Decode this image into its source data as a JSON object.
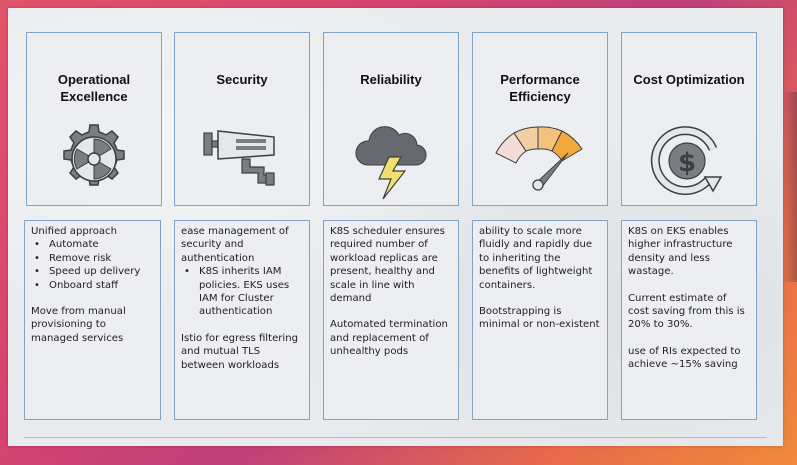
{
  "pillars": [
    {
      "title": "Operational Excellence",
      "icon": "gear-icon",
      "items": [
        {
          "type": "text",
          "text": "Unified approach"
        },
        {
          "type": "bullets",
          "items": [
            "Automate",
            "Remove risk",
            "Speed up delivery",
            "Onboard staff"
          ]
        },
        {
          "type": "text",
          "text": "Move from manual provisioning to managed services"
        }
      ]
    },
    {
      "title": "Security",
      "icon": "security-camera-icon",
      "items": [
        {
          "type": "text",
          "text": "ease management of security and authentication"
        },
        {
          "type": "bullets",
          "items": [
            "K8S inherits IAM policies. EKS uses IAM for Cluster authentication"
          ]
        },
        {
          "type": "text",
          "text": "Istio for egress filtering and mutual TLS between workloads"
        }
      ]
    },
    {
      "title": "Reliability",
      "icon": "storm-cloud-icon",
      "items": [
        {
          "type": "text",
          "text": "K8S scheduler ensures required number of workload replicas are present, healthy and scale in line with demand"
        },
        {
          "type": "text",
          "text": "Automated termination and replacement of unhealthy pods"
        }
      ]
    },
    {
      "title": "Performance Efficiency",
      "icon": "gauge-icon",
      "items": [
        {
          "type": "text",
          "text": "ability to scale more fluidly and rapidly due to inheriting the benefits of lightweight containers."
        },
        {
          "type": "text",
          "text": "Bootstrapping is minimal or non-existent"
        }
      ]
    },
    {
      "title": "Cost Optimization",
      "icon": "dollar-cycle-icon",
      "items": [
        {
          "type": "text",
          "text": "K8S on EKS enables higher infrastructure density and less wastage."
        },
        {
          "type": "text",
          "text": "Current estimate of cost saving from this is 20% to 30%."
        },
        {
          "type": "text",
          "text": "use of RIs expected to achieve ~15% saving"
        }
      ]
    }
  ],
  "colors": {
    "border": "#7ea3c4",
    "gauge_red": "#f3dcd8",
    "gauge_peach": "#f3cfa6",
    "gauge_light_orange": "#f5c27e",
    "gauge_orange": "#f2a93b",
    "bolt": "#f3df6e",
    "cloud": "#666a70"
  }
}
